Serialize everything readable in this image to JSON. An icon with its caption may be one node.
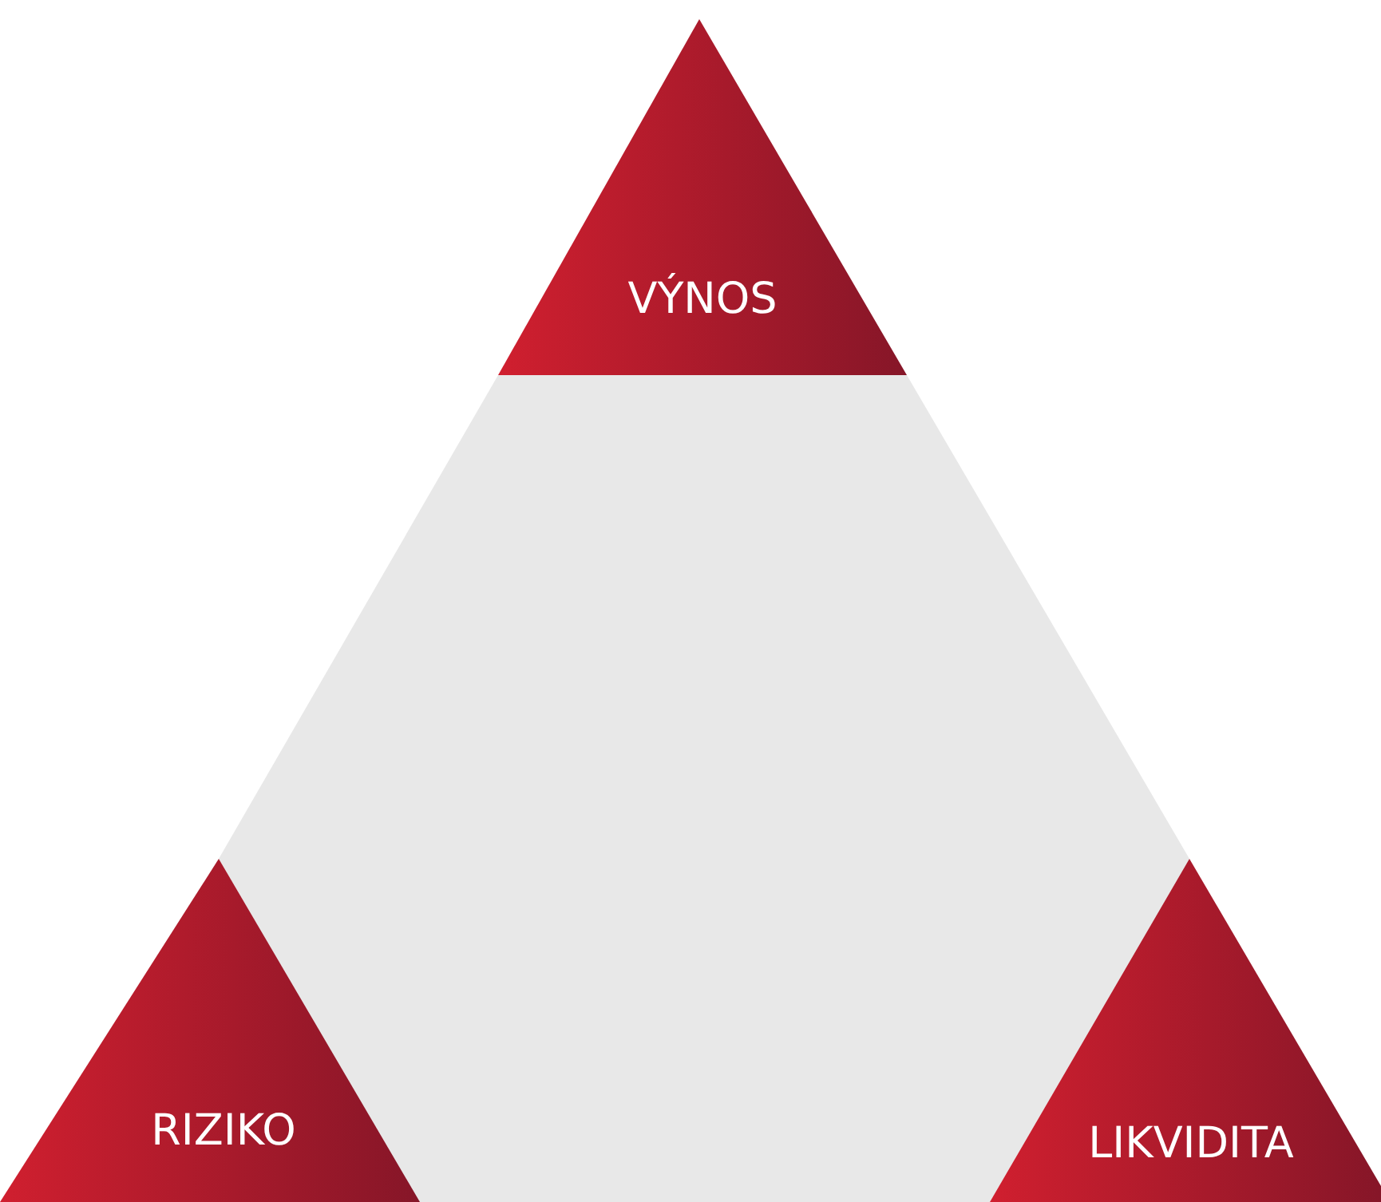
{
  "diagram": {
    "nodes": [
      {
        "text": [
          "VÝNOS"
        ]
      },
      {
        "text": [],
        "shape": "hexagon"
      },
      {
        "text": [
          "RIZIKO"
        ]
      },
      {
        "text": [
          "LIKVIDITA"
        ]
      }
    ],
    "edges": []
  }
}
